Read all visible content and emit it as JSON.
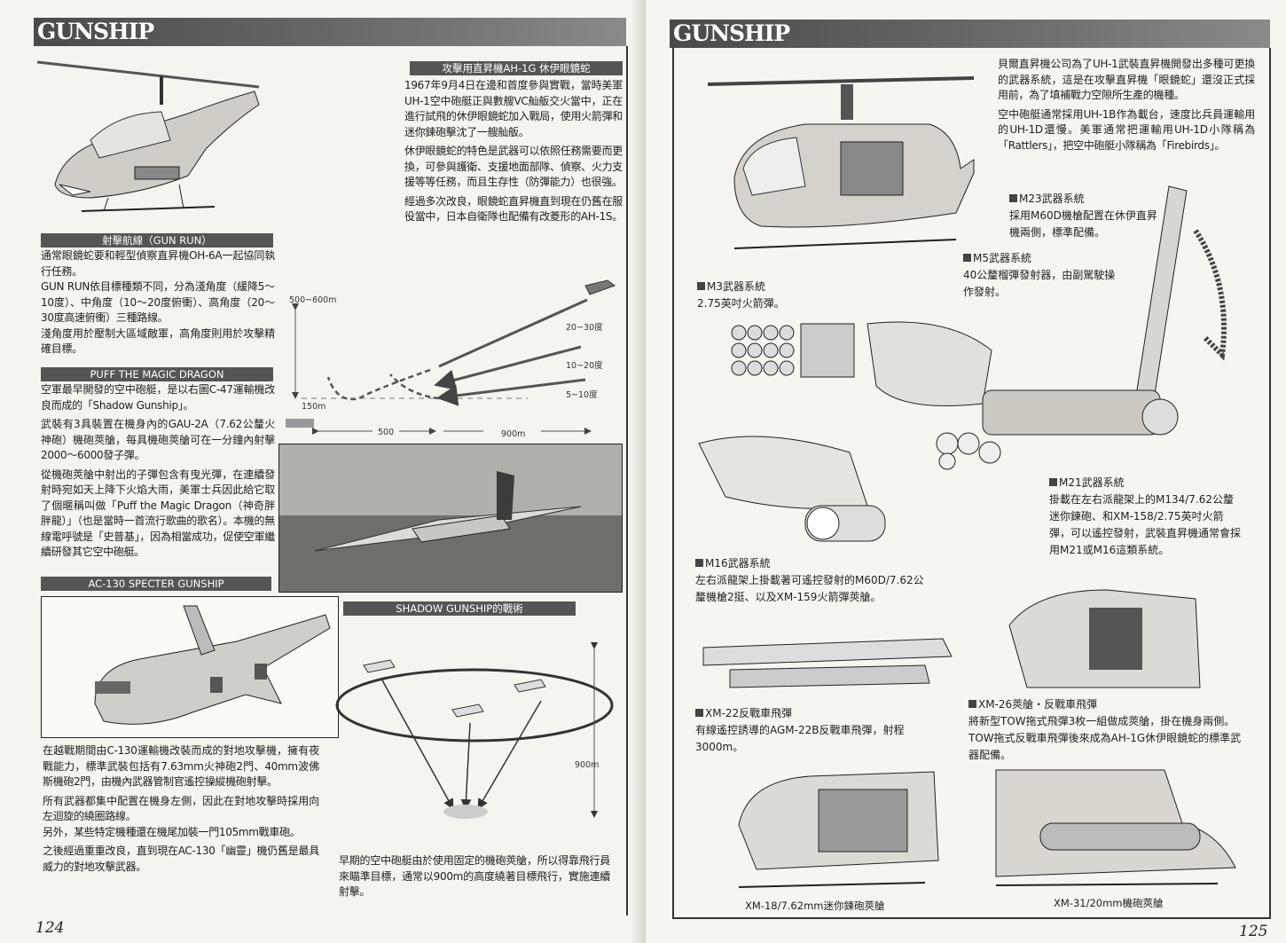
{
  "header": {
    "title_left": "GUNSHIP",
    "title_right": "GUNSHIP"
  },
  "left": {
    "ah1g": {
      "title": "攻擊用直昇機AH-1G 休伊眼鏡蛇",
      "paragraphs": [
        "1967年9月4日在邊和首度參與實戰，當時美軍UH-1空中砲艇正與數艘VC舢舨交火當中，正在進行試飛的休伊眼鏡蛇加入戰局，使用火箭彈和迷你鍊砲擊沈了一艘舢舨。",
        "休伊眼鏡蛇的特色是武器可以依照任務需要而更換，可參與護衛、支援地面部隊、偵察、火力支援等等任務，而且生存性（防彈能力）也很強。",
        "經過多次改良，眼鏡蛇直昇機直到現在仍舊在服役當中，日本自衛隊也配備有改菱形的AH-1S。"
      ]
    },
    "gunrun": {
      "title": "射擊航線（GUN RUN）",
      "paragraphs": [
        "通常眼鏡蛇要和輕型偵察直昇機OH-6A一起協同執行任務。",
        "GUN RUN依目標種類不同，分為淺角度（緩降5～10度）、中角度（10～20度俯衝）、高角度（20～30度高速俯衝）三種路線。",
        "淺角度用於壓制大區域敵軍，高角度則用於攻擊精確目標。"
      ]
    },
    "diagram": {
      "height_label": "500~600m",
      "low_label": "150m",
      "angle_high": "20~30度",
      "angle_mid": "10~20度",
      "angle_low": "5~10度",
      "dist_near": "500",
      "dist_far": "900m"
    },
    "puff": {
      "title": "PUFF THE MAGIC DRAGON",
      "paragraphs": [
        "空軍最早開發的空中砲艇，是以右圖C-47運輸機改良而成的「Shadow Gunship」。",
        "武裝有3具裝置在機身內的GAU-2A（7.62公釐火神砲）機砲莢艙，每具機砲莢艙可在一分鐘內射擊2000～6000發子彈。",
        "從機砲莢艙中射出的子彈包含有曳光彈，在連續發射時宛如天上降下火焰大雨，美軍士兵因此給它取了個暱稱叫做「Puff the Magic Dragon（神奇胖胖龍）」（也是當時一首流行歌曲的歌名）。本機的無線電呼號是「史普基」，因為相當成功，促使空軍繼續研發其它空中砲艇。"
      ]
    },
    "ac130": {
      "title": "AC-130 SPECTER GUNSHIP",
      "paragraphs": [
        "在越戰期間由C-130運輸機改裝而成的對地攻擊機，擁有夜戰能力，標準武裝包括有7.63mm火神砲2門、40mm波佛斯機砲2門，由機內武器管制官遙控操縱機砲射擊。",
        "所有武器都集中配置在機身左側，因此在對地攻擊時採用向左迴旋的繞圈路線。",
        "另外，某些特定機種還在機尾加裝一門105mm戰車砲。",
        "之後經過重重改良，直到現在AC-130「幽靈」機仍舊是最具威力的對地攻擊武器。"
      ]
    },
    "shadow": {
      "title": "SHADOW GUNSHIP的戰術",
      "altitude_label": "900m",
      "text": "早期的空中砲艇由於使用固定的機砲莢艙，所以得靠飛行員來瞄準目標，通常以900m的高度繞著目標飛行，實施連續射擊。"
    },
    "page_number": "124"
  },
  "right": {
    "intro": [
      "貝爾直昇機公司為了UH-1武裝直昇機開發出多種可更換的武器系統，這是在攻擊直昇機「眼鏡蛇」還沒正式採用前，為了填補戰力空隙所生產的機種。",
      "空中砲艇通常採用UH-1B作為載台，速度比兵員運輸用的UH-1D還慢。美軍通常把運輸用UH-1D小隊稱為「Rattlers」，把空中砲艇小隊稱為「Firebirds」。"
    ],
    "m23": {
      "title": "M23武器系統",
      "text": "採用M60D機槍配置在休伊直昇機兩側，標準配備。"
    },
    "m5": {
      "title": "M5武器系統",
      "text": "40公釐榴彈發射器，由副駕駛操作發射。"
    },
    "m3": {
      "title": "M3武器系統",
      "text": "2.75英吋火箭彈。"
    },
    "m21": {
      "title": "M21武器系統",
      "text": "掛載在左右派龍架上的M134/7.62公釐迷你鍊砲、和XM-158/2.75英吋火箭彈，可以遙控發射，武裝直昇機通常會採用M21或M16這類系統。"
    },
    "m16": {
      "title": "M16武器系統",
      "text": "左右派龍架上掛載著可遙控發射的M60D/7.62公釐機槍2挺、以及XM-159火箭彈莢艙。"
    },
    "xm22": {
      "title": "XM-22反戰車飛彈",
      "text": "有線遙控誘導的AGM-22B反戰車飛彈，射程3000m。"
    },
    "xm26": {
      "title": "XM-26莢艙・反戰車飛彈",
      "text": "將新型TOW拖式飛彈3枚一組做成莢艙，掛在機身兩側。TOW拖式反戰車飛彈後來成為AH-1G休伊眼鏡蛇的標準武器配備。"
    },
    "captions": {
      "xm18": "XM-18/7.62mm迷你鍊砲莢艙",
      "xm31": "XM-31/20mm機砲莢艙"
    },
    "page_number": "125"
  }
}
